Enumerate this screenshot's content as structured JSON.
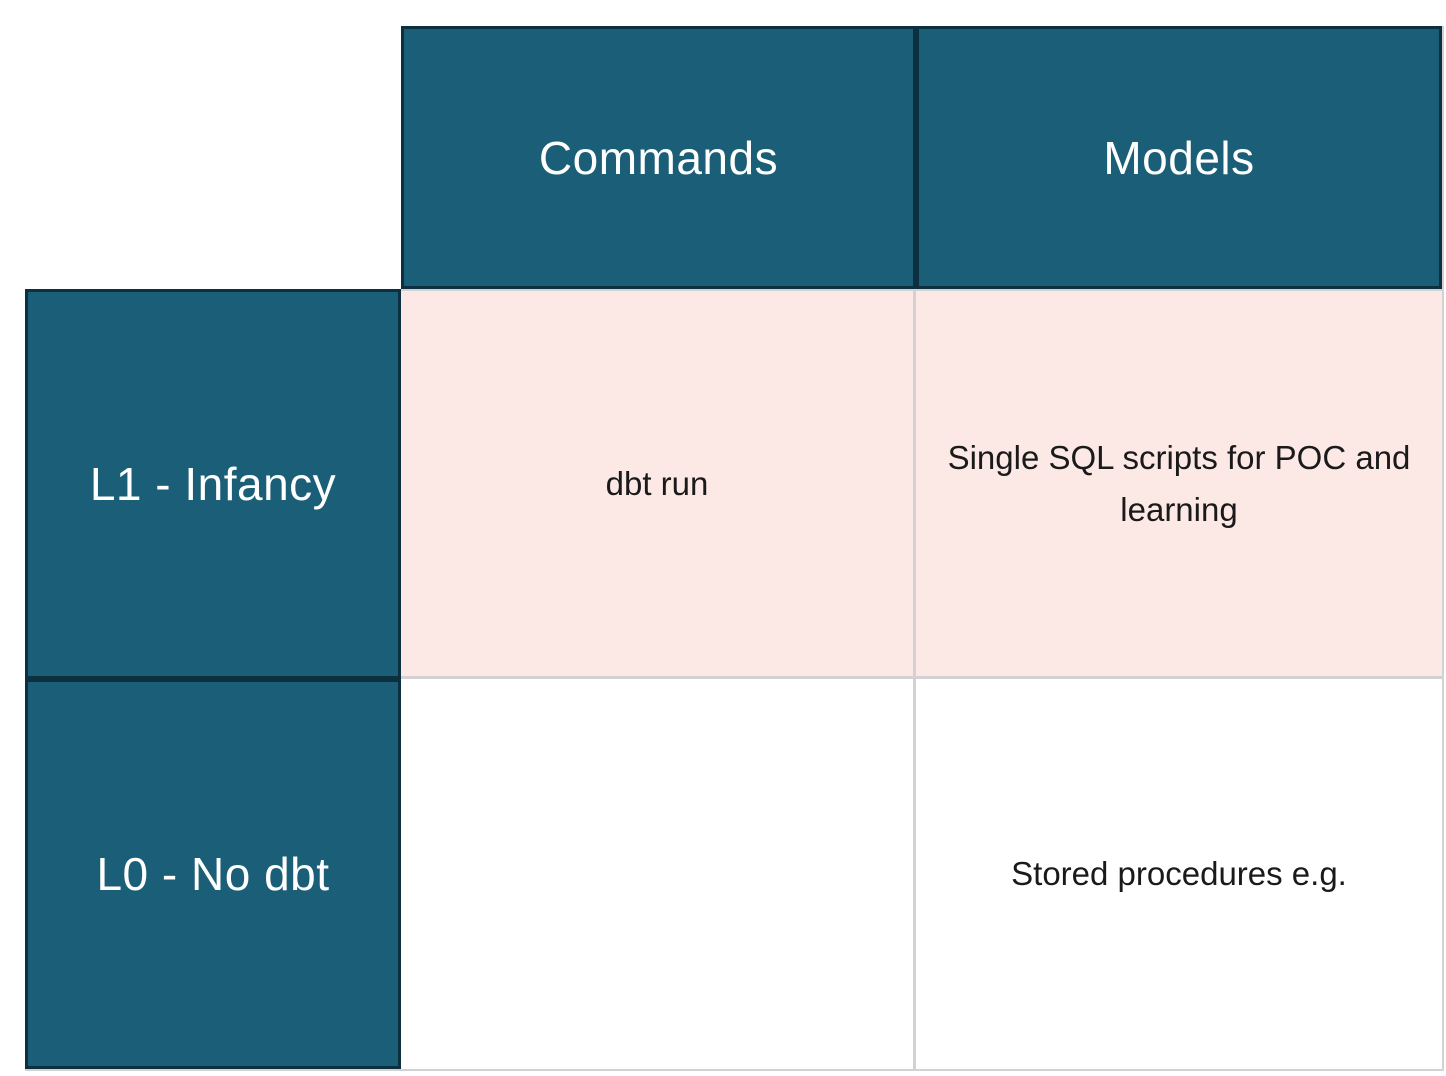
{
  "table": {
    "column_headers": [
      "Commands",
      "Models"
    ],
    "rows": [
      {
        "label": "L1 - Infancy",
        "commands": "dbt run",
        "models": "Single SQL scripts for POC and learning"
      },
      {
        "label": "L0 - No dbt",
        "commands": "",
        "models": "Stored procedures e.g."
      }
    ]
  },
  "colors": {
    "header_fill": "#1b5e78",
    "header_border": "#0d3040",
    "highlight_row_fill": "#fce9e6",
    "gridline": "#d2d2d2",
    "header_text": "#ffffff",
    "body_text": "#1a1a1a",
    "page_background": "#ffffff"
  }
}
